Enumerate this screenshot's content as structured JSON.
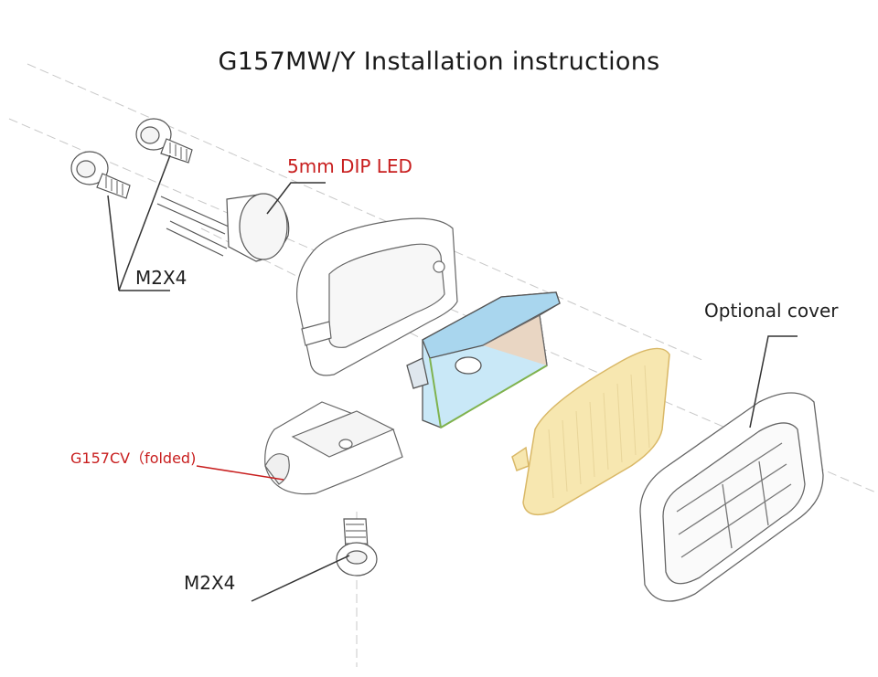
{
  "title": "G157MW/Y Installation instructions",
  "labels": {
    "led": "5mm DIP LED",
    "screws_top": "M2X4",
    "screw_bottom": "M2X4",
    "cover": "Optional cover",
    "folded": "G157CV（folded)"
  },
  "colors": {
    "label_red": "#c81e1e",
    "pcb_blue": "#c9e8f7",
    "pcb_edge": "#7fb24e",
    "lens_amber": "#f7e7b0",
    "line": "#444444"
  }
}
